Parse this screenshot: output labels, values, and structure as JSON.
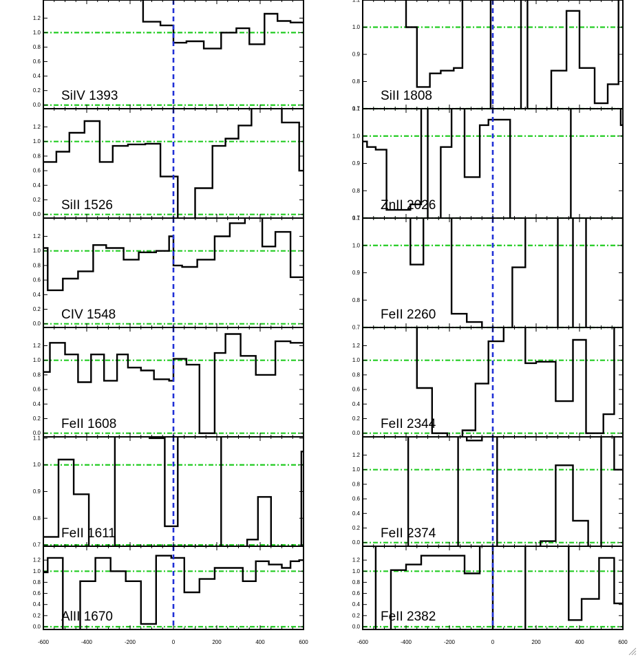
{
  "colors": {
    "spectrum": "#000000",
    "zero_velocity": "#1f2fd6",
    "continuum_levels": "#22cc22",
    "frame": "#000000"
  },
  "chart_data": {
    "type": "line",
    "layout": "two columns of six stacked panels sharing the velocity axis",
    "x_tick_labels": [
      "-600",
      "-400",
      "-200",
      "0",
      "200",
      "400",
      "600"
    ],
    "xlim": [
      -600,
      600
    ],
    "vertical_reference_line": 0,
    "line_style": "step",
    "panels": [
      {
        "name": "SiIV 1393",
        "column": "left",
        "ylim": [
          -0.05,
          1.45
        ],
        "y_tick_labels": [
          "0.0",
          "0.2",
          "0.4",
          "0.6",
          "0.8",
          "1.0",
          "1.2"
        ],
        "reference_levels": [
          0.0,
          1.0
        ],
        "x": [
          -180,
          -140,
          -60,
          0,
          60,
          140,
          220,
          290,
          350,
          420,
          480,
          540,
          600
        ],
        "y": [
          1.6,
          1.15,
          1.1,
          0.86,
          0.88,
          0.78,
          1.0,
          1.06,
          0.84,
          1.26,
          1.16,
          1.14,
          1.12
        ]
      },
      {
        "name": "SiII 1526",
        "column": "left",
        "ylim": [
          -0.05,
          1.45
        ],
        "y_tick_labels": [
          "0.0",
          "0.2",
          "0.4",
          "0.6",
          "0.8",
          "1.0",
          "1.2"
        ],
        "reference_levels": [
          0.0,
          1.0
        ],
        "x": [
          -600,
          -540,
          -480,
          -410,
          -340,
          -280,
          -210,
          -130,
          -60,
          20,
          100,
          180,
          240,
          300,
          360,
          420,
          500,
          580
        ],
        "y": [
          0.72,
          0.86,
          1.12,
          1.28,
          0.72,
          0.94,
          0.96,
          0.97,
          0.52,
          -0.1,
          0.36,
          0.94,
          1.04,
          1.22,
          1.6,
          1.6,
          1.26,
          0.6
        ]
      },
      {
        "name": "CIV 1548",
        "column": "left",
        "ylim": [
          -0.05,
          1.45
        ],
        "y_tick_labels": [
          "0.0",
          "0.2",
          "0.4",
          "0.6",
          "0.8",
          "1.0",
          "1.2"
        ],
        "reference_levels": [
          0.0,
          1.0
        ],
        "x": [
          -600,
          -580,
          -510,
          -440,
          -370,
          -310,
          -230,
          -160,
          -80,
          -20,
          0,
          40,
          110,
          190,
          260,
          330,
          410,
          470,
          540
        ],
        "y": [
          1.04,
          0.46,
          0.62,
          0.72,
          1.08,
          1.04,
          0.88,
          0.98,
          1.0,
          1.2,
          0.8,
          0.78,
          0.88,
          1.2,
          1.38,
          1.6,
          1.06,
          1.26,
          0.64
        ]
      },
      {
        "name": "FeII 1608",
        "column": "left",
        "ylim": [
          -0.05,
          1.45
        ],
        "y_tick_labels": [
          "0.0",
          "0.2",
          "0.4",
          "0.6",
          "0.8",
          "1.0",
          "1.2"
        ],
        "reference_levels": [
          0.0,
          1.0
        ],
        "x": [
          -600,
          -570,
          -500,
          -440,
          -380,
          -320,
          -260,
          -210,
          -150,
          -90,
          -20,
          0,
          60,
          120,
          190,
          240,
          310,
          380,
          470,
          540
        ],
        "y": [
          0.84,
          1.24,
          1.08,
          0.7,
          1.08,
          0.72,
          1.08,
          0.9,
          0.86,
          0.74,
          0.72,
          1.02,
          0.94,
          0.0,
          1.1,
          1.36,
          1.06,
          0.8,
          1.26,
          1.24
        ]
      },
      {
        "name": "FeII 1611",
        "column": "left",
        "ylim": [
          0.695,
          1.105
        ],
        "y_tick_labels": [
          "0.7",
          "0.8",
          "0.9",
          "1.0",
          "1.1"
        ],
        "reference_levels": [
          0.7,
          1.0
        ],
        "x": [
          -600,
          -530,
          -460,
          -390,
          -320,
          -270,
          -190,
          -110,
          -40,
          20,
          100,
          160,
          220,
          280,
          340,
          390,
          450,
          530,
          590
        ],
        "y": [
          0.73,
          1.02,
          0.89,
          0.6,
          0.6,
          1.12,
          1.12,
          1.1,
          0.77,
          1.12,
          1.12,
          1.12,
          0.6,
          0.6,
          0.72,
          0.88,
          0.6,
          0.6,
          1.05
        ]
      },
      {
        "name": "AlII 1670",
        "column": "left",
        "ylim": [
          -0.05,
          1.45
        ],
        "y_tick_labels": [
          "0.0",
          "0.2",
          "0.4",
          "0.6",
          "0.8",
          "1.0",
          "1.2"
        ],
        "reference_levels": [
          0.0,
          1.0
        ],
        "x": [
          -600,
          -580,
          -510,
          -430,
          -360,
          -290,
          -220,
          -150,
          -80,
          -10,
          50,
          120,
          190,
          250,
          320,
          380,
          440,
          500,
          540,
          580
        ],
        "y": [
          0.98,
          1.24,
          -0.2,
          0.82,
          1.24,
          1.0,
          0.82,
          0.05,
          1.28,
          1.24,
          0.62,
          0.86,
          1.06,
          1.06,
          0.82,
          1.18,
          1.12,
          1.06,
          1.18,
          1.2
        ]
      },
      {
        "name": "SiII 1808",
        "column": "right",
        "ylim": [
          0.7,
          1.1
        ],
        "y_tick_labels": [
          "0.7",
          "0.8",
          "0.9",
          "1.0",
          "1.1"
        ],
        "reference_levels": [
          0.7,
          1.0
        ],
        "x": [
          -600,
          -400,
          -350,
          -290,
          -240,
          -180,
          -140,
          -10,
          130,
          160,
          270,
          340,
          400,
          470,
          530,
          580
        ],
        "y": [
          1.2,
          1.0,
          0.78,
          0.83,
          0.84,
          0.85,
          1.2,
          0.6,
          1.2,
          0.6,
          0.84,
          1.06,
          0.85,
          0.72,
          0.79,
          1.2
        ]
      },
      {
        "name": "ZnII 2026",
        "column": "right",
        "ylim": [
          0.7,
          1.1
        ],
        "y_tick_labels": [
          "0.7",
          "0.8",
          "0.9",
          "1.0",
          "1.1"
        ],
        "reference_levels": [
          0.7,
          1.0
        ],
        "x": [
          -600,
          -580,
          -540,
          -490,
          -440,
          -380,
          -330,
          -300,
          -240,
          -190,
          -130,
          -60,
          -20,
          80,
          140,
          360,
          420,
          590
        ],
        "y": [
          0.98,
          0.96,
          0.95,
          0.73,
          0.73,
          0.75,
          1.2,
          0.6,
          0.96,
          1.12,
          0.85,
          1.04,
          1.06,
          0.6,
          0.6,
          1.2,
          1.2,
          1.04
        ]
      },
      {
        "name": "FeII 2260",
        "column": "right",
        "ylim": [
          0.7,
          1.1
        ],
        "y_tick_labels": [
          "0.7",
          "0.8",
          "0.9",
          "1.0",
          "1.1"
        ],
        "reference_levels": [
          0.7,
          1.0
        ],
        "x": [
          -600,
          -380,
          -320,
          -190,
          -120,
          -50,
          90,
          150,
          300,
          370,
          430,
          600
        ],
        "y": [
          1.2,
          0.93,
          1.2,
          0.75,
          0.72,
          0.6,
          0.92,
          1.12,
          0.6,
          1.2,
          0.6,
          1.2
        ]
      },
      {
        "name": "FeII 2344",
        "column": "right",
        "ylim": [
          -0.05,
          1.45
        ],
        "y_tick_labels": [
          "0.0",
          "0.2",
          "0.4",
          "0.6",
          "0.8",
          "1.0",
          "1.2"
        ],
        "reference_levels": [
          0.0,
          1.0
        ],
        "x": [
          -600,
          -500,
          -350,
          -280,
          -210,
          -140,
          -80,
          -20,
          50,
          150,
          200,
          290,
          370,
          430,
          510,
          560
        ],
        "y": [
          1.6,
          1.6,
          0.62,
          0.0,
          -0.08,
          0.04,
          0.68,
          1.26,
          1.6,
          0.96,
          0.98,
          0.44,
          1.28,
          0.0,
          0.26,
          1.6
        ]
      },
      {
        "name": "FeII 2374",
        "column": "right",
        "ylim": [
          -0.05,
          1.45
        ],
        "y_tick_labels": [
          "0.0",
          "0.2",
          "0.4",
          "0.6",
          "0.8",
          "1.0",
          "1.2"
        ],
        "reference_levels": [
          0.0,
          1.0
        ],
        "x": [
          -600,
          -390,
          -330,
          -160,
          -120,
          -50,
          20,
          220,
          290,
          370,
          440,
          500,
          560
        ],
        "y": [
          1.6,
          -0.2,
          -0.2,
          1.6,
          1.4,
          1.6,
          -0.2,
          0.02,
          1.06,
          0.3,
          -0.2,
          1.6,
          1.0
        ]
      },
      {
        "name": "FeII 2382",
        "column": "right",
        "ylim": [
          -0.05,
          1.45
        ],
        "y_tick_labels": [
          "0.0",
          "0.2",
          "0.4",
          "0.6",
          "0.8",
          "1.0",
          "1.2"
        ],
        "reference_levels": [
          0.0,
          1.0
        ],
        "x": [
          -600,
          -540,
          -470,
          -400,
          -330,
          -130,
          -60,
          0,
          150,
          350,
          410,
          490,
          560
        ],
        "y": [
          1.6,
          -0.3,
          1.02,
          1.12,
          1.28,
          0.96,
          1.6,
          -0.3,
          1.6,
          0.12,
          0.5,
          1.24,
          0.42
        ]
      }
    ]
  }
}
